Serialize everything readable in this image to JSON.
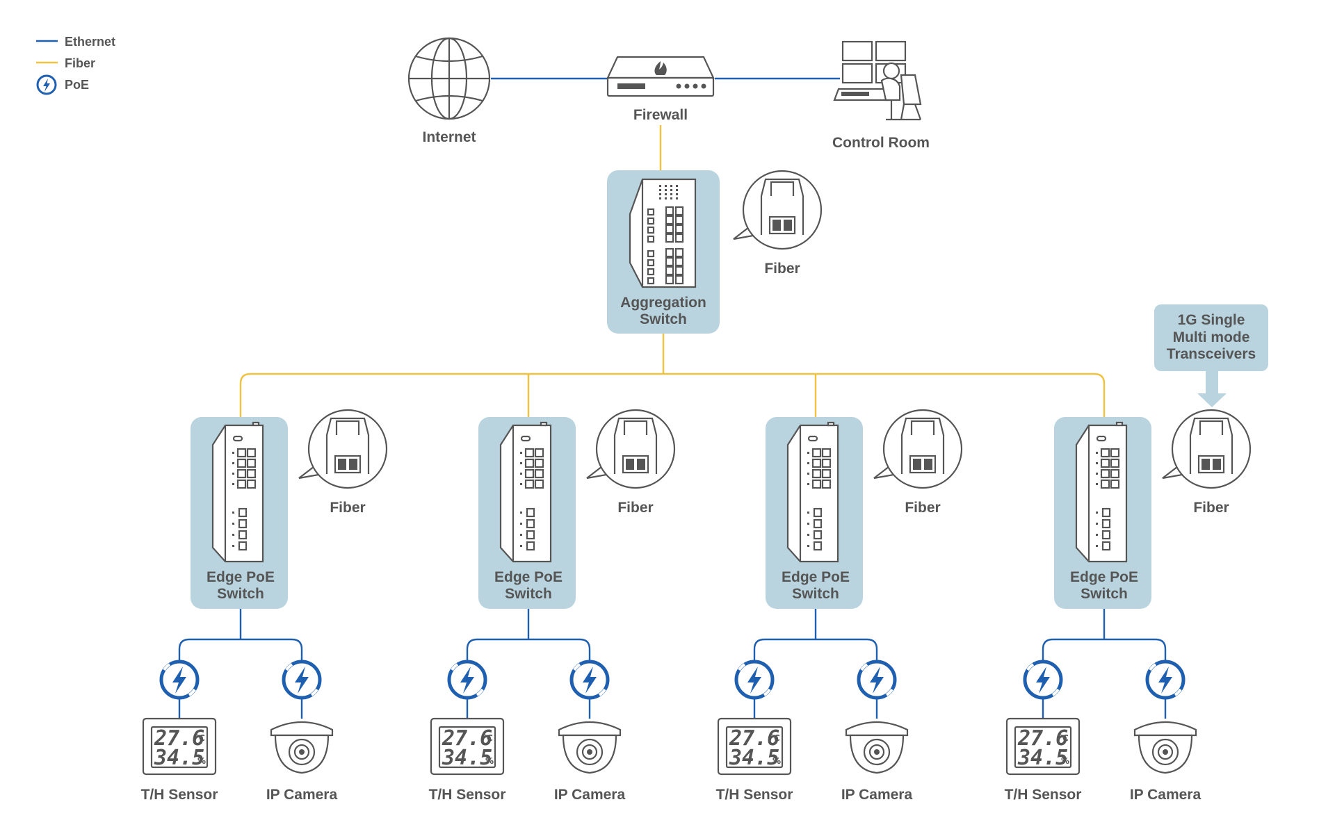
{
  "legend": {
    "ethernet": "Ethernet",
    "fiber": "Fiber",
    "poe": "PoE"
  },
  "colors": {
    "ethernet": "#1f5fb0",
    "fiber": "#f0c240",
    "poe": "#1f5fb0",
    "panel": "#b9d4df",
    "icon_stroke": "#555555",
    "text": "#555555"
  },
  "top": {
    "internet": "Internet",
    "firewall": "Firewall",
    "control_room": "Control Room"
  },
  "aggregation": {
    "label_line1": "Aggregation",
    "label_line2": "Switch",
    "fiber_label": "Fiber"
  },
  "callout": {
    "line1": "1G Single",
    "line2": "Multi mode",
    "line3": "Transceivers"
  },
  "edges": [
    {
      "line1": "Edge PoE",
      "line2": "Switch",
      "fiber_label": "Fiber",
      "sensor": "T/H Sensor",
      "camera": "IP Camera",
      "sensor_temp": "27.6",
      "sensor_temp_unit": "°C",
      "sensor_hum": "34.5",
      "sensor_hum_unit": "%"
    },
    {
      "line1": "Edge PoE",
      "line2": "Switch",
      "fiber_label": "Fiber",
      "sensor": "T/H Sensor",
      "camera": "IP Camera",
      "sensor_temp": "27.6",
      "sensor_temp_unit": "°C",
      "sensor_hum": "34.5",
      "sensor_hum_unit": "%"
    },
    {
      "line1": "Edge PoE",
      "line2": "Switch",
      "fiber_label": "Fiber",
      "sensor": "T/H Sensor",
      "camera": "IP Camera",
      "sensor_temp": "27.6",
      "sensor_temp_unit": "°C",
      "sensor_hum": "34.5",
      "sensor_hum_unit": "%"
    },
    {
      "line1": "Edge PoE",
      "line2": "Switch",
      "fiber_label": "Fiber",
      "sensor": "T/H Sensor",
      "camera": "IP Camera",
      "sensor_temp": "27.6",
      "sensor_temp_unit": "°C",
      "sensor_hum": "34.5",
      "sensor_hum_unit": "%"
    }
  ]
}
